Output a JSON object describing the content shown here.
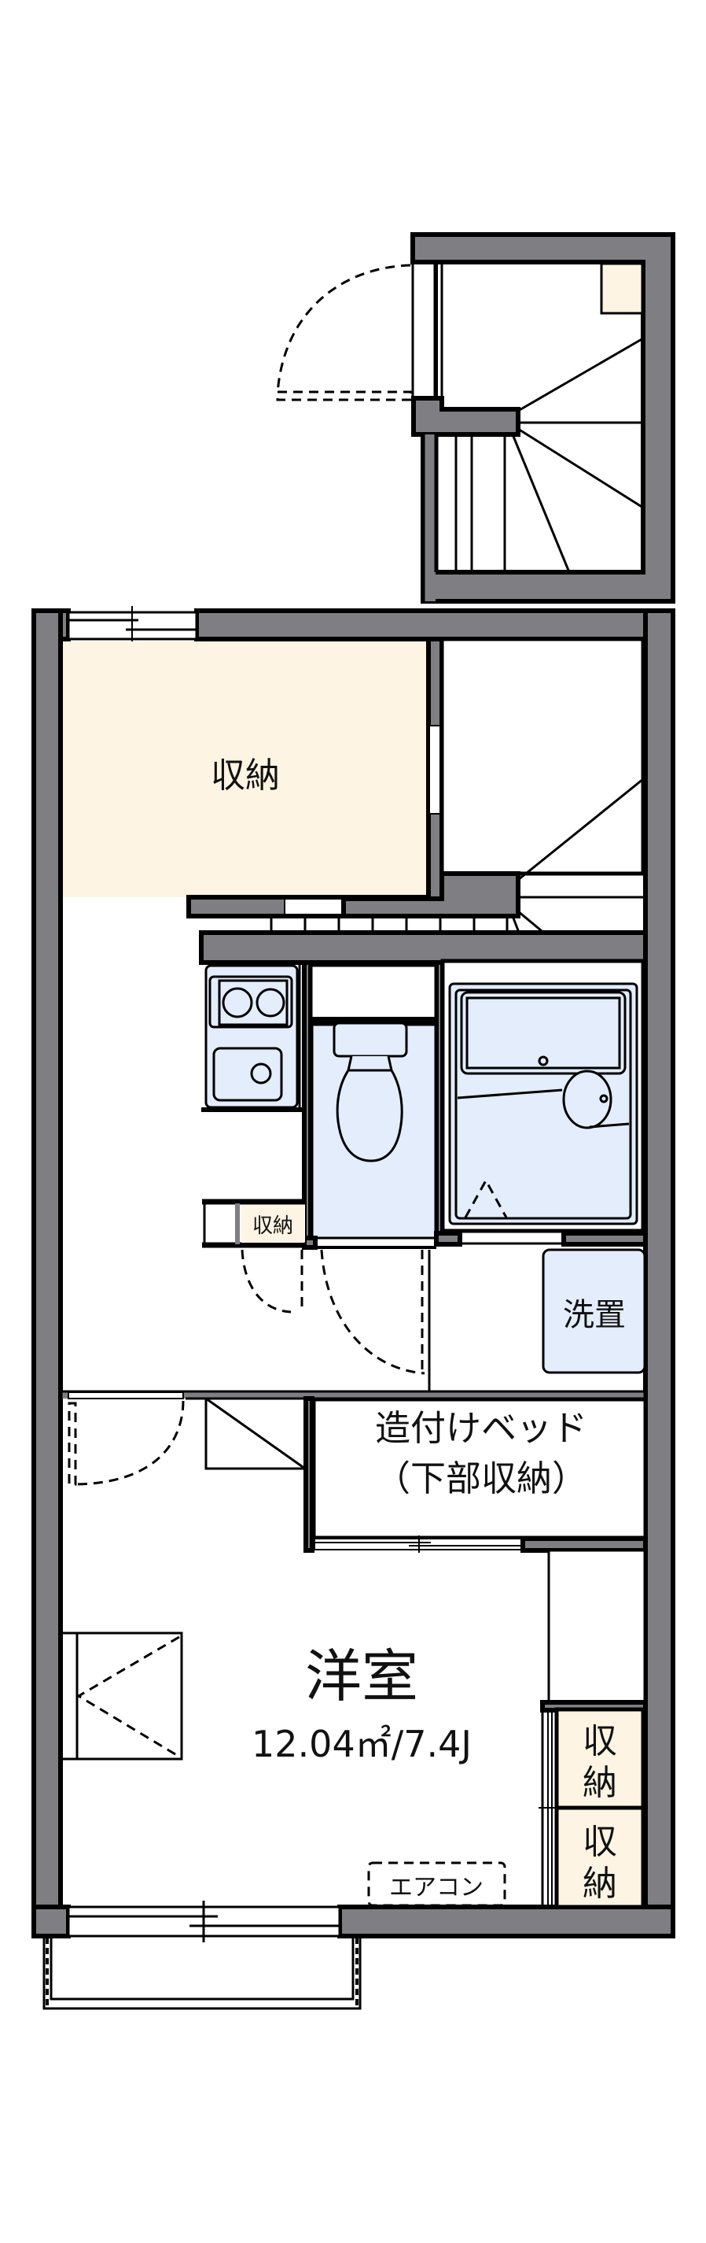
{
  "floorplan": {
    "colors": {
      "wall": "#7f7e82",
      "storage_fill": "#fdf4e3",
      "fixture_fill": "#e3edfb",
      "line": "#000000",
      "background": "#ffffff"
    },
    "rooms": {
      "storage_top": {
        "label": "収納"
      },
      "storage_small": {
        "label": "収納"
      },
      "washer": {
        "label": "洗置"
      },
      "builtin_bed": {
        "label_line1": "造付けベッド",
        "label_line2": "（下部収納）"
      },
      "western_room": {
        "label": "洋室",
        "area": "12.04㎡/7.4J"
      },
      "storage_right_1": {
        "label_top": "収",
        "label_bottom": "納"
      },
      "storage_right_2": {
        "label_top": "収",
        "label_bottom": "納"
      },
      "aircon": {
        "label": "エアコン"
      }
    },
    "icons": [
      "stairs",
      "kitchen-stove",
      "kitchen-sink",
      "toilet",
      "bathtub",
      "door-swing",
      "sliding-window",
      "balcony"
    ]
  }
}
